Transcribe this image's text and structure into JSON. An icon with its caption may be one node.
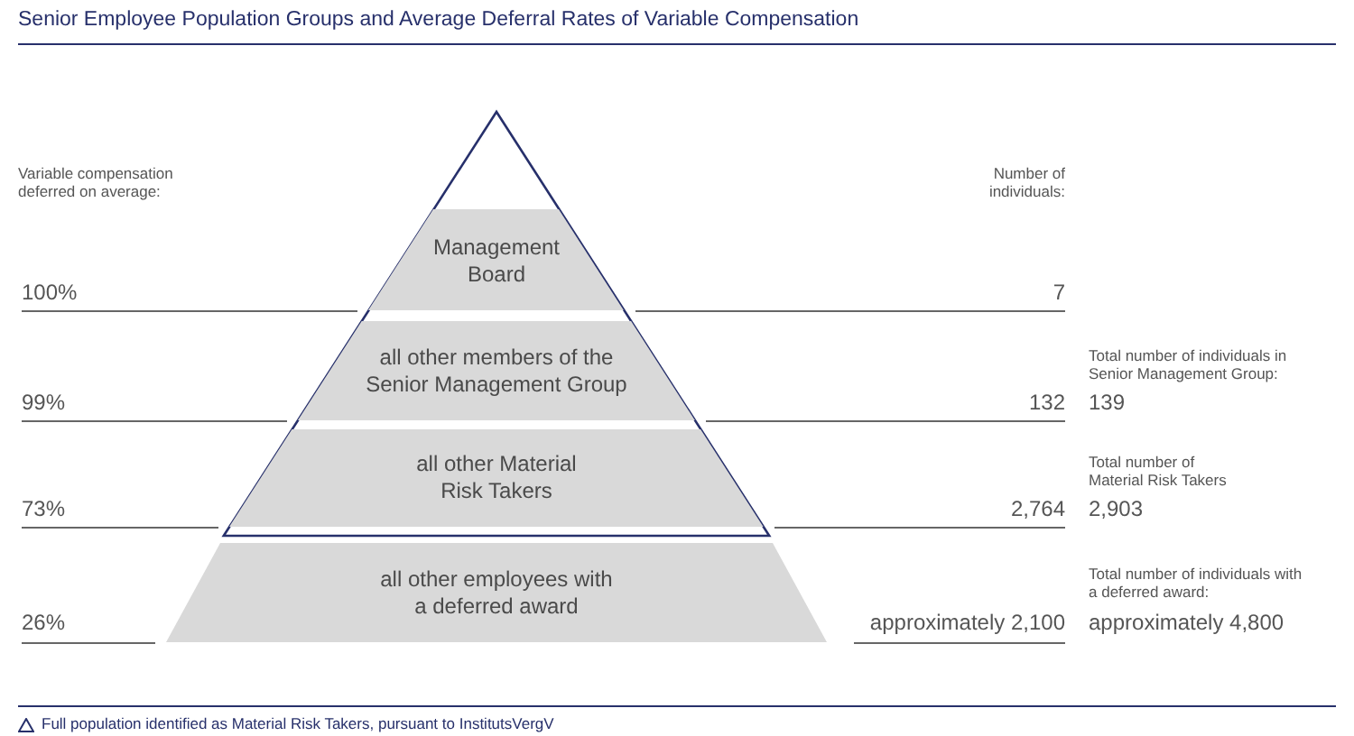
{
  "diagram": {
    "title": "Senior Employee Population Groups and Average Deferral Rates of Variable Compensation",
    "caption": "Full population identified as Material Risk Takers, pursuant to InstitutsVergV",
    "nodes": [
      {
        "text": [
          "Management Board"
        ]
      },
      {
        "text": [
          "all other members of the Senior Management Group"
        ]
      },
      {
        "text": [
          "all other Material Risk Takers"
        ]
      },
      {
        "text": [
          "all other employees with a deferred award"
        ]
      }
    ],
    "labels": [
      "Variable compensation deferred on average:",
      "Number of individuals:",
      "100%",
      "7",
      "99%",
      "132",
      "Total number of individuals in Senior Management Group:",
      "139",
      "73%",
      "2,764",
      "Total number of Material Risk Takers",
      "2,903",
      "26%",
      "approximately 2,100",
      "Total number of individuals with a deferred award:",
      "approximately 4,800"
    ]
  }
}
